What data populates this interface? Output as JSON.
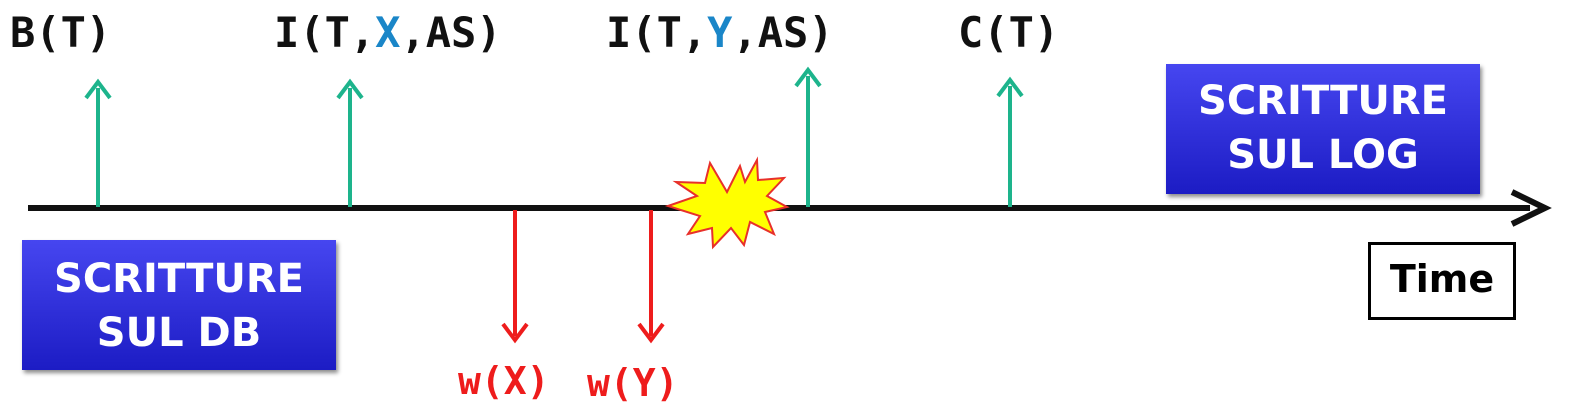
{
  "colors": {
    "log_arrow": "#1db48c",
    "db_arrow": "#ee1c1c",
    "variable": "#1a86c8",
    "box_fill": "#2a2ad8",
    "axis": "#111111",
    "failure_fill": "#ffff00",
    "failure_stroke": "#e8302a"
  },
  "log_events": {
    "begin": {
      "text": "B(T)"
    },
    "insert_x": {
      "prefix": "I(T,",
      "var": "X",
      "suffix": ",AS)"
    },
    "insert_y": {
      "prefix": "I(T,",
      "var": "Y",
      "suffix": ",AS)"
    },
    "commit": {
      "text": "C(T)"
    }
  },
  "db_writes": {
    "write_x": "w(X)",
    "write_y": "w(Y)"
  },
  "boxes": {
    "log": {
      "line1": "SCRITTURE",
      "line2": "SUL LOG"
    },
    "db": {
      "line1": "SCRITTURE",
      "line2": "SUL DB"
    }
  },
  "axis": {
    "label": "Time"
  },
  "icons": {
    "failure": "explosion-icon"
  }
}
